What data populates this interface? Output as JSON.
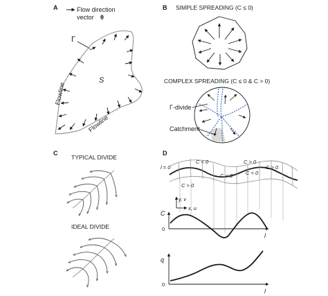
{
  "panel_a": {
    "letter": "A",
    "legend_line1": "Flow direction",
    "legend_line2": "vector",
    "legend_symbol": "θ",
    "gamma": "Γ",
    "region": "S",
    "flowline_left": "Flowline",
    "flowline_bottom": "Flowline"
  },
  "panel_b": {
    "letter": "B",
    "simple_title": "SIMPLE SPREADING (C ≤ 0)",
    "complex_title": "COMPLEX SPREADING (C ≤ 0 & C > 0)",
    "divide_label": "Γ-divide",
    "catchment_label": "Catchment"
  },
  "panel_c": {
    "letter": "C",
    "typical_title": "TYPICAL DIVIDE",
    "ideal_title": "IDEAL DIVIDE"
  },
  "panel_d": {
    "letter": "D",
    "l0": "l = 0",
    "c_labels": [
      "C < 0",
      "C > 0",
      "C < 0",
      "C > 0",
      "C < 0",
      "C > 0"
    ],
    "axis_y": "y, v",
    "axis_x": "x, u",
    "plot_c_ylabel": "C",
    "plot_c_zero": "0",
    "plot_c_xlabel": "l",
    "plot_q_ylabel": "q",
    "plot_q_zero": "0",
    "plot_q_xlabel": "l"
  },
  "colors": {
    "ink": "#1a1a1a",
    "grey": "#9a9a9a",
    "divide_blue": "#2f5fb3",
    "catchment": "#d9d9d9"
  }
}
